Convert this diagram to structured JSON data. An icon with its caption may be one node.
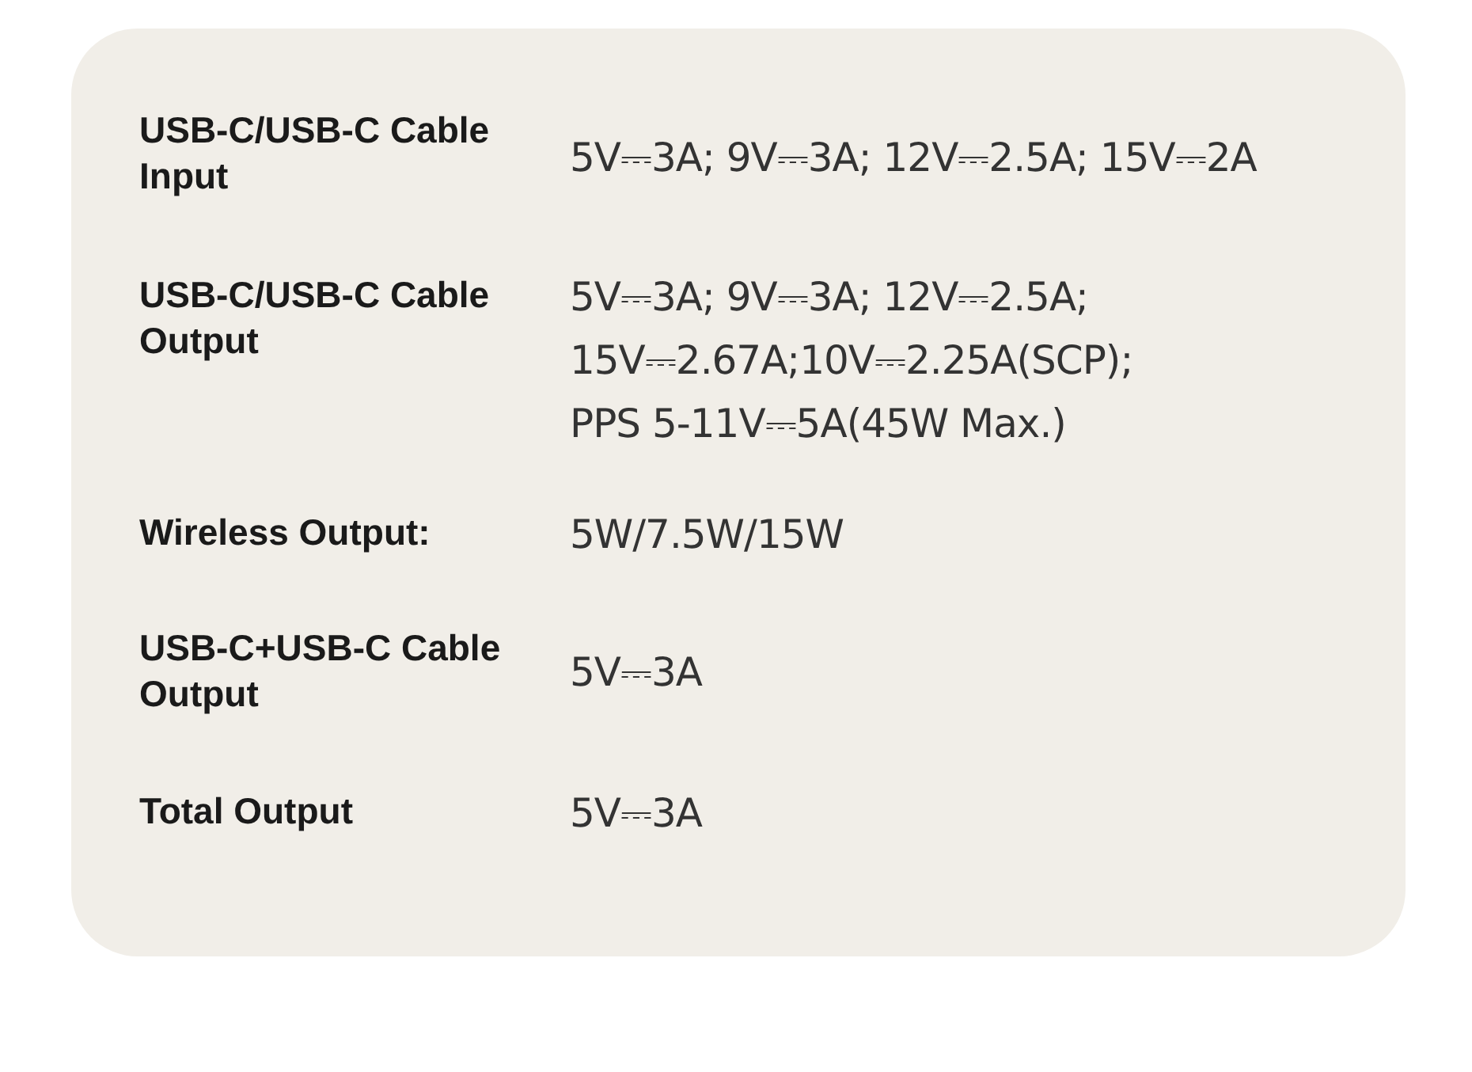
{
  "diagram": {
    "labels": [
      "USB-C/USB-C Cable Input",
      "5V⎓3A; 9V⎓3A; 12V⎓2.5A; 15V⎓2A",
      "USB-C/USB-C Cable Output",
      "5V⎓3A; 9V⎓3A; 12V⎓2.5A; 15V⎓2.67A;10V⎓2.25A(SCP); PPS 5-11V⎓5A(45W Max.)",
      "Wireless Output:",
      "5W/7.5W/15W",
      "USB-C+USB-C Cable Output",
      "5V⎓3A",
      "Total Output",
      "5V⎓3A"
    ]
  }
}
